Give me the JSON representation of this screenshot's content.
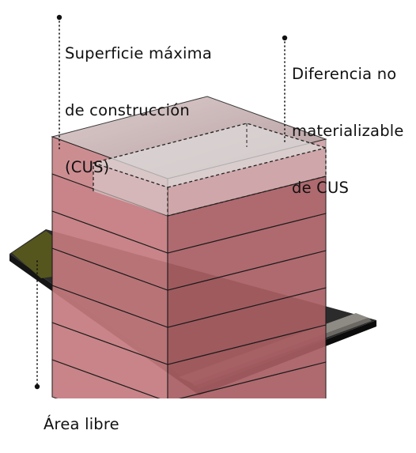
{
  "labels": {
    "cus_max": [
      "Superficie máxima",
      "de construcción",
      "(CUS)"
    ],
    "cus_diff": [
      "Diferencia no",
      "materializable",
      "de CUS"
    ],
    "area_libre": "Área libre"
  },
  "colors": {
    "background": "#ffffff",
    "plot_dark": "#2b2b2b",
    "green_area": "#55561e",
    "sidewalk": "#8e8b84",
    "floor_front": "#c47a7e",
    "floor_side": "#a95e63",
    "floor_top": "#c79a9e",
    "ghost_volume": "#dedada",
    "leader_line": "#111111"
  },
  "building": {
    "built_floors": 6,
    "full_cus_floors": 7
  }
}
